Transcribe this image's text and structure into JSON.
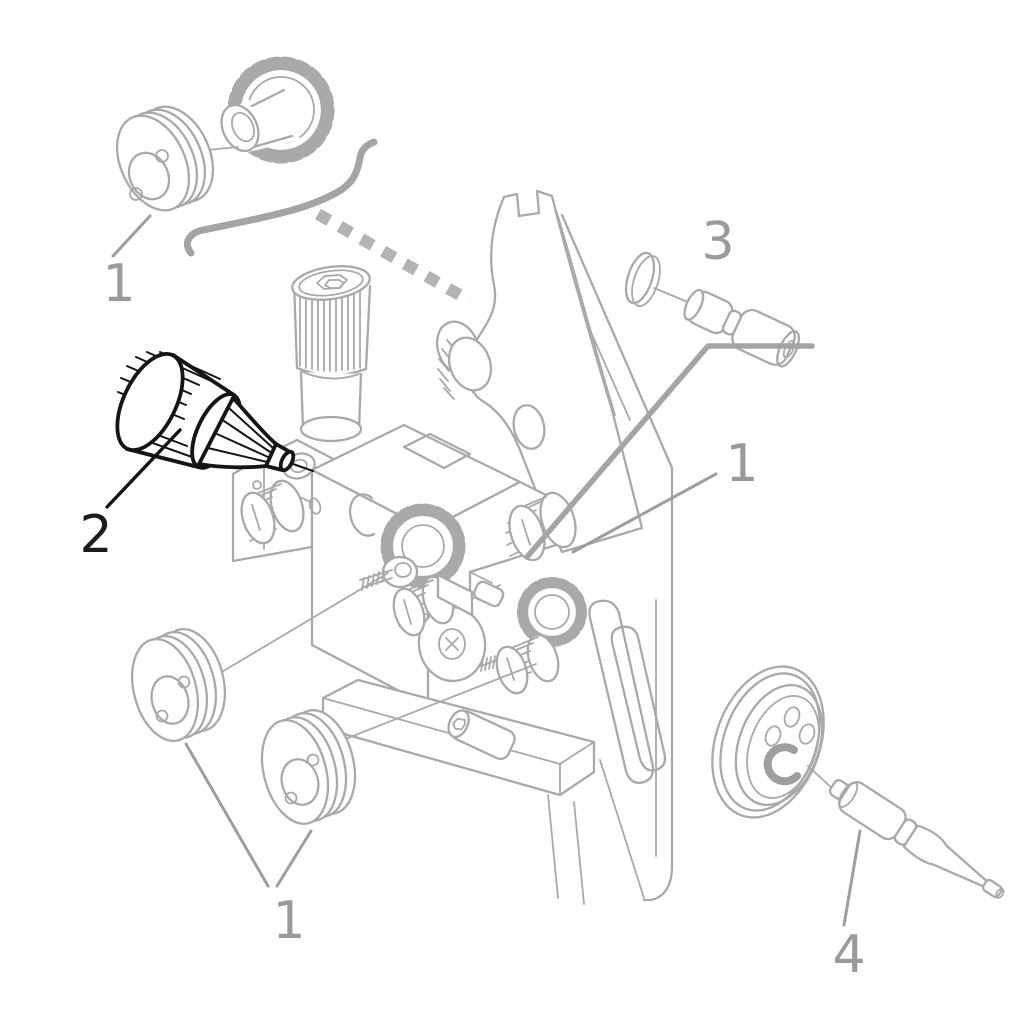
{
  "diagram": {
    "type": "exploded-parts-diagram",
    "subject": "wire feed mechanism exploded view",
    "background": "#ffffff",
    "colors": {
      "line": "#a9a9a9",
      "line-soft": "#b3b3b3",
      "leader": "#9e9e9e",
      "leader-thick": "#a4a4a4",
      "highlight": "#151515",
      "label": "#9a9a9a",
      "label-dark": "#1c1c1c"
    },
    "callouts": [
      {
        "label": "1",
        "target": "feed-roller-and-drive-gear-top-left",
        "style": "gray"
      },
      {
        "label": "2",
        "target": "wire-inlet-guide-knob-highlighted",
        "style": "black"
      },
      {
        "label": "3",
        "target": "intermediate-wire-guide",
        "style": "gray"
      },
      {
        "label": "1",
        "target": "feed-roller-mount-right",
        "style": "gray"
      },
      {
        "label": "1",
        "target": "feed-roller-pair-bottom",
        "style": "gray"
      },
      {
        "label": "4",
        "target": "outlet-guide-adapter",
        "style": "gray"
      }
    ],
    "parts": [
      {
        "name": "feed-roller-with-drive-gear",
        "callout": "1",
        "highlighted": false
      },
      {
        "name": "wire-inlet-guide-knob",
        "callout": "2",
        "highlighted": true
      },
      {
        "name": "intermediate-wire-guide",
        "callout": "3",
        "highlighted": false
      },
      {
        "name": "feed-roller-pair",
        "callout": "1",
        "highlighted": false
      },
      {
        "name": "outlet-guide-adapter-with-disc",
        "callout": "4",
        "highlighted": false
      },
      {
        "name": "wire-feeder-assembly",
        "callout": "",
        "highlighted": false
      }
    ]
  }
}
